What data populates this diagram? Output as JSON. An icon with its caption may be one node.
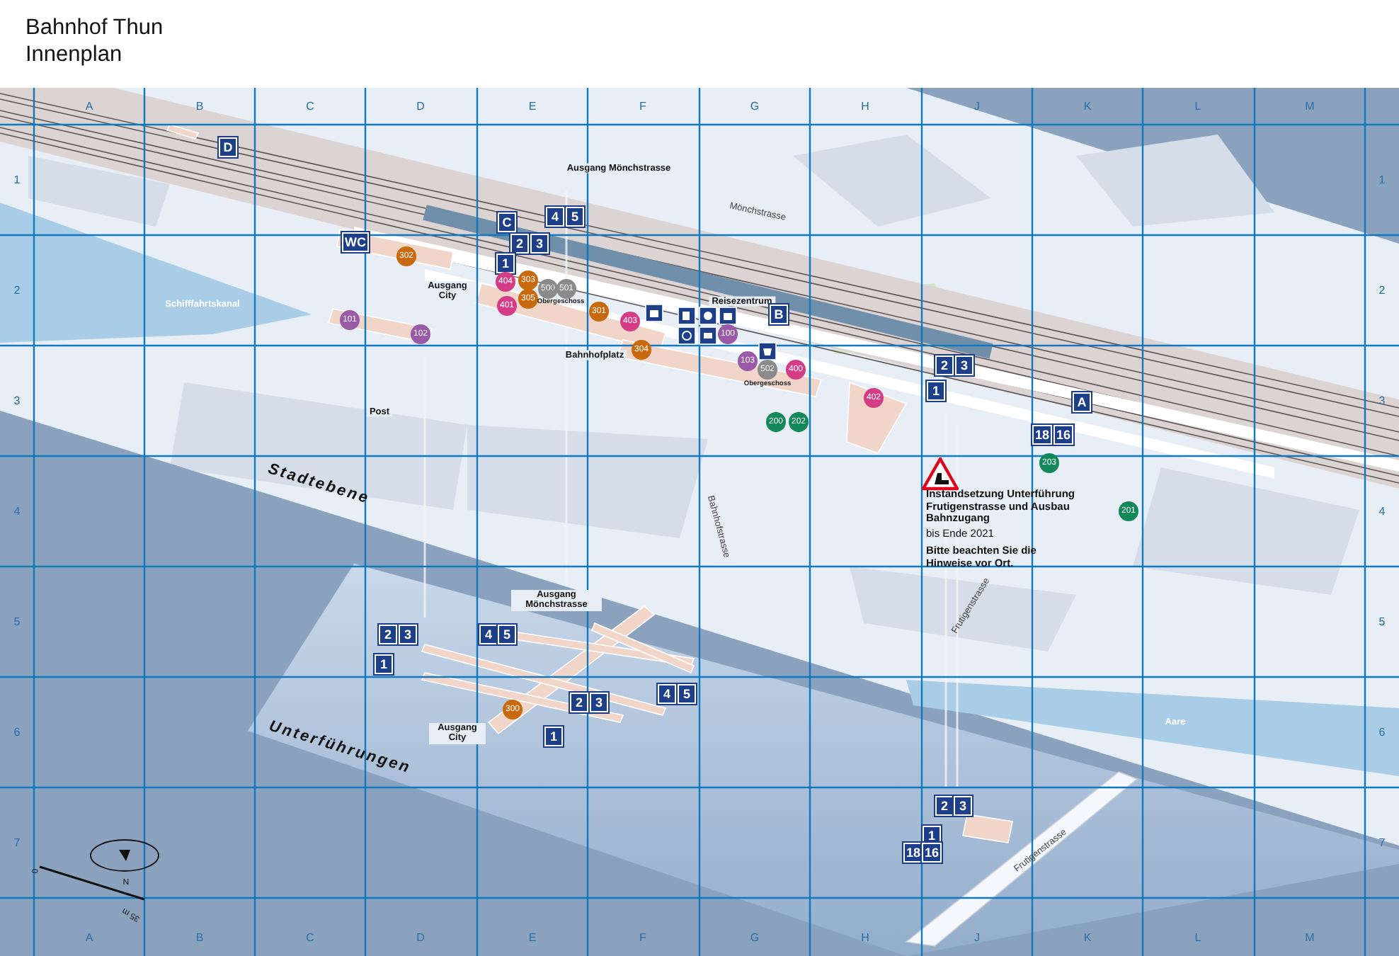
{
  "diagram": {
    "title": "Bahnhof Thun Innenplan",
    "labels": [
      "A",
      "B",
      "C",
      "D",
      "E",
      "F",
      "G",
      "H",
      "J",
      "K",
      "L",
      "M",
      "1",
      "2",
      "3",
      "4",
      "5",
      "6",
      "7",
      "1",
      "2",
      "3",
      "4",
      "5",
      "6",
      "7",
      "D",
      "Ausgang Mönchstrasse",
      "Mönchstrasse",
      "C",
      "4",
      "5",
      "WC",
      "2",
      "3",
      "302",
      "1",
      "Schifffahrtskanal",
      "404",
      "303",
      "500",
      "501",
      "Ausgang City",
      "401",
      "305",
      "Obergeschoss",
      "301",
      "Reisezentrum",
      "403",
      "B",
      "101",
      "102",
      "100",
      "304",
      "Bahnhofplatz",
      "103",
      "502",
      "400",
      "Obergeschoss",
      "2",
      "3",
      "1",
      "402",
      "A",
      "Post",
      "200",
      "202",
      "18",
      "16",
      "203",
      "Stadtebene",
      "Instandsetzung Unterführung Frutigenstrasse und Ausbau Bahnzugang",
      "bis Ende 2021",
      "Bitte beachten Sie die Hinweise vor Ort.",
      "201",
      "Bahnhofstrasse",
      "Frutigenstrasse",
      "Ausgang Mönchstrasse",
      "2",
      "3",
      "4",
      "5",
      "1",
      "4",
      "5",
      "2",
      "3",
      "300",
      "Aare",
      "Ausgang City",
      "1",
      "Unterführungen",
      "2",
      "3",
      "1",
      "Frutigenstrasse",
      "18",
      "16",
      "N",
      "0",
      "35 m",
      "A",
      "B",
      "C",
      "D",
      "E",
      "F",
      "G",
      "H",
      "J",
      "K",
      "L",
      "M"
    ]
  }
}
